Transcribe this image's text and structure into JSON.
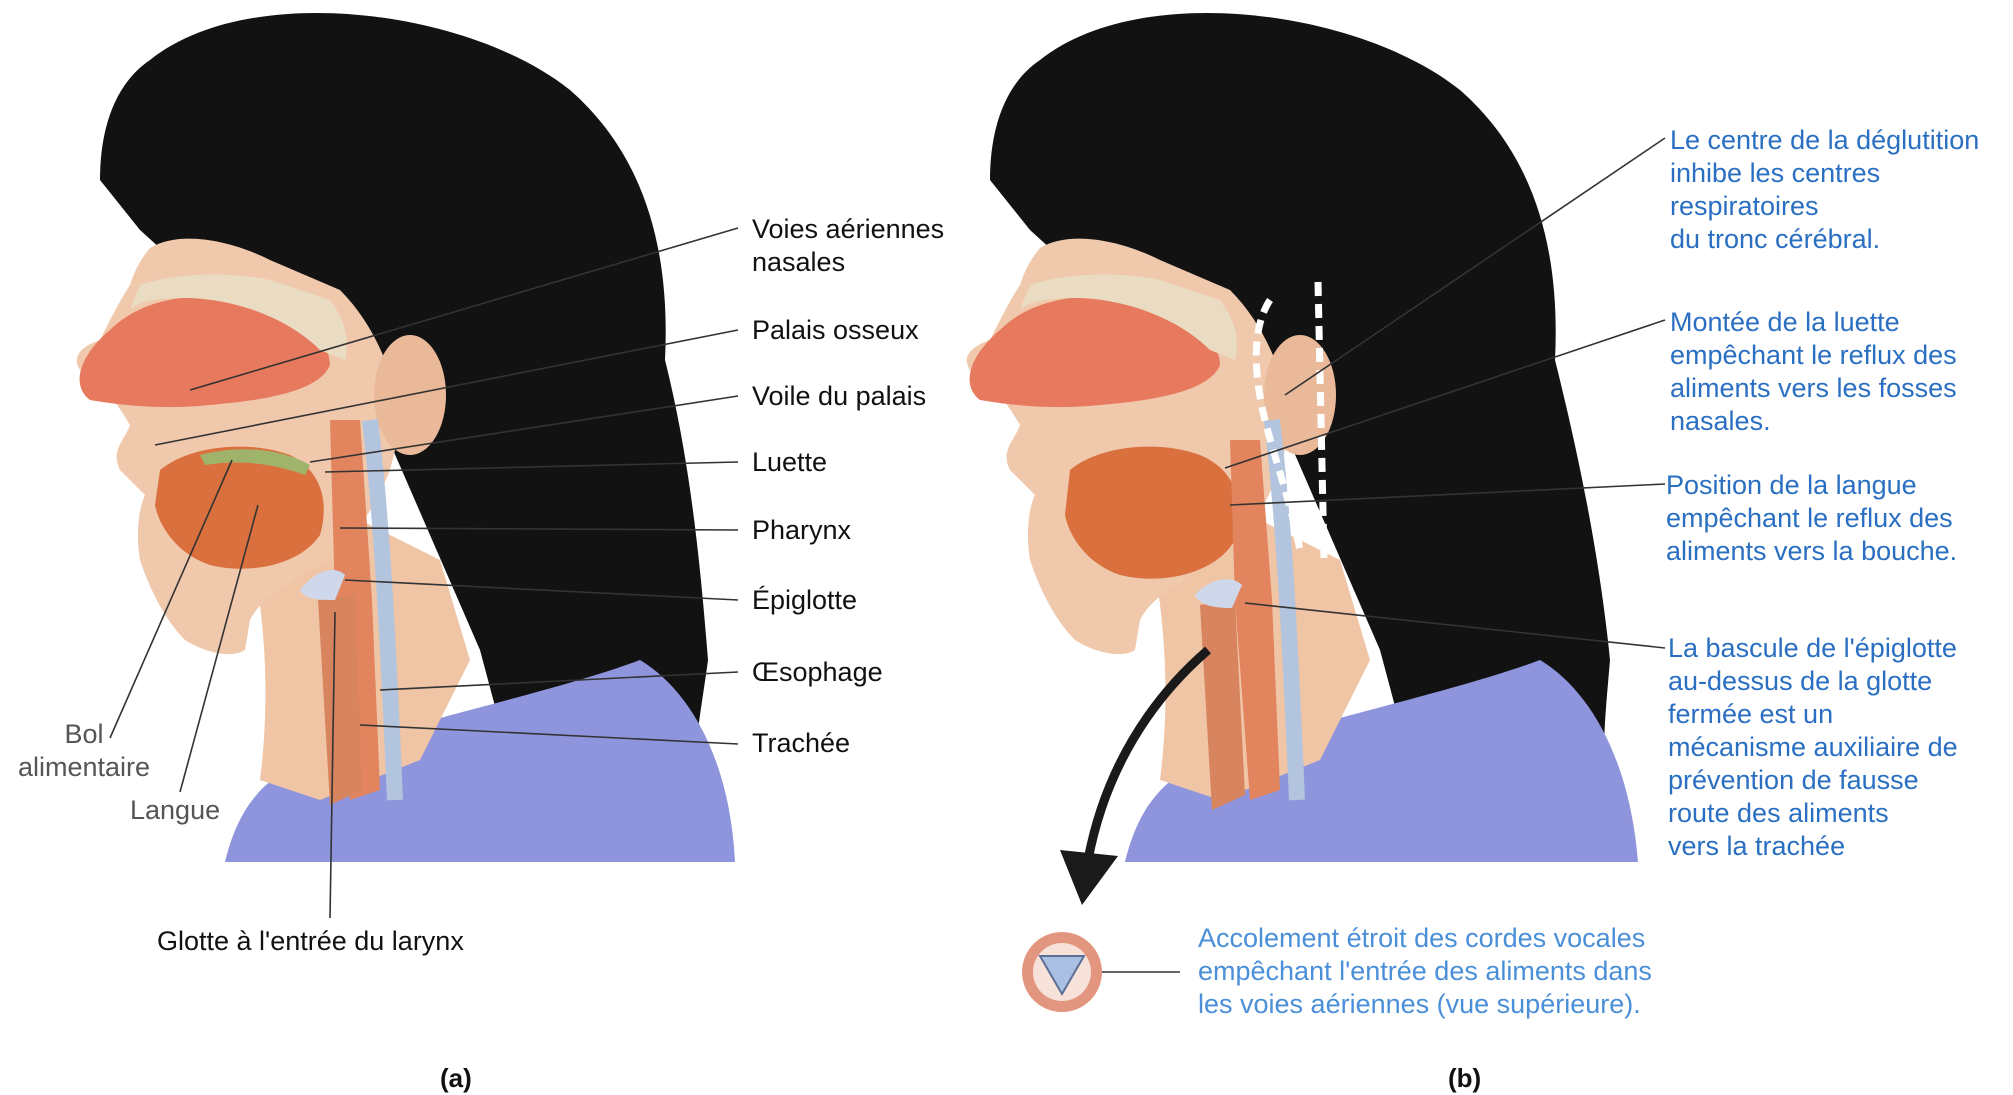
{
  "panel_a": {
    "caption": "(a)",
    "labels": {
      "voies_aeriennes": "Voies aériennes\nnasales",
      "palais_osseux": "Palais osseux",
      "voile_palais": "Voile du palais",
      "luette": "Luette",
      "pharynx": "Pharynx",
      "epiglotte": "Épiglotte",
      "oesophage": "Œsophage",
      "trachee": "Trachée",
      "bol": "Bol\nalimentaire",
      "langue": "Langue",
      "glotte": "Glotte à l'entrée du larynx"
    }
  },
  "panel_b": {
    "caption": "(b)",
    "labels": {
      "centre_deglutition": "Le centre de la déglutition\ninhibe les centres\nrespiratoires\ndu tronc cérébral.",
      "montee_luette": "Montée de la luette\nempêchant le reflux des\naliments vers les fosses\nnasales.",
      "position_langue": "Position de la langue\nempêchant le reflux des\naliments vers la bouche.",
      "bascule_epiglotte": "La bascule de l'épiglotte\nau-dessus de la glotte\nfermée est un\nmécanisme auxiliaire de\nprévention de fausse\nroute des aliments\nvers la trachée",
      "accolement": "Accolement étroit des cordes vocales\nempêchant l'entrée des aliments dans\nles voies aériennes (vue supérieure)."
    }
  },
  "colors": {
    "label_text": "#111111",
    "annotation_blue": "#2a6fc2",
    "hair": "#121212",
    "skin": "#f0c9ad",
    "shirt": "#8f95dd",
    "nasal_tissue": "#e77a5e",
    "tongue": "#d9703e",
    "bone": "#e9dcc2",
    "spine": "#b3c4df"
  }
}
